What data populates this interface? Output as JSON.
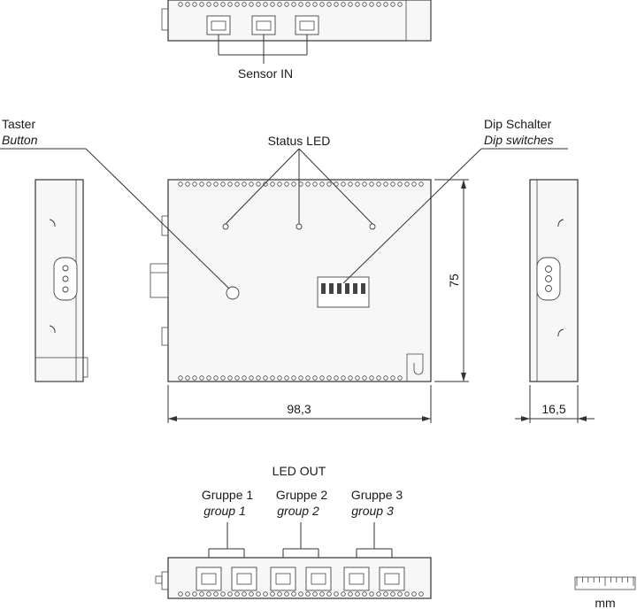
{
  "labels": {
    "sensor_in": "Sensor IN",
    "taster": "Taster",
    "button": "Button",
    "status_led": "Status LED",
    "dip_schalter": "Dip Schalter",
    "dip_switches": "Dip switches",
    "led_out": "LED OUT",
    "gruppe1": "Gruppe 1",
    "group1": "group 1",
    "gruppe2": "Gruppe 2",
    "group2": "group 2",
    "gruppe3": "Gruppe 3",
    "group3": "group 3"
  },
  "dimensions": {
    "height": "75",
    "width": "98,3",
    "depth": "16,5"
  },
  "scale": {
    "unit": "mm"
  }
}
